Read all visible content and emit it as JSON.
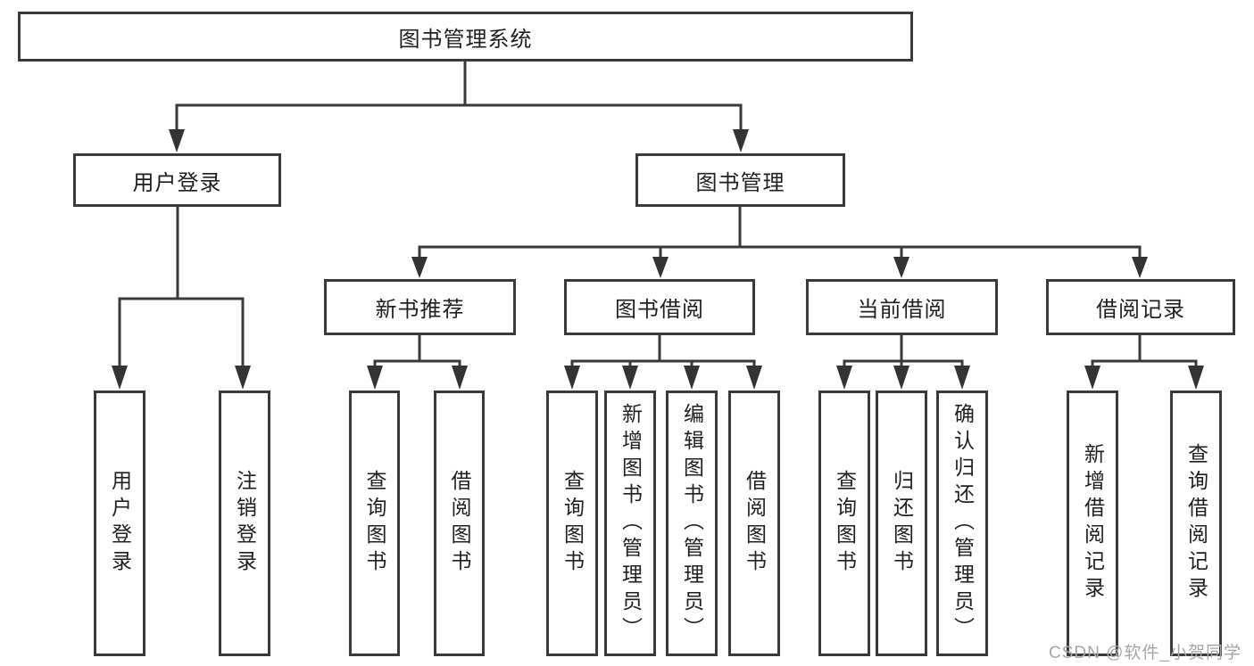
{
  "diagram": {
    "root": {
      "label": "图书管理系统"
    },
    "branches": [
      {
        "label": "用户登录",
        "children": [
          {
            "label": "用户登录"
          },
          {
            "label": "注销登录"
          }
        ]
      },
      {
        "label": "图书管理",
        "children": [
          {
            "label": "新书推荐",
            "children": [
              {
                "label": "查询图书"
              },
              {
                "label": "借阅图书"
              }
            ]
          },
          {
            "label": "图书借阅",
            "children": [
              {
                "label": "查询图书"
              },
              {
                "label": "新增图书（管理员）"
              },
              {
                "label": "编辑图书（管理员）"
              },
              {
                "label": "借阅图书"
              }
            ]
          },
          {
            "label": "当前借阅",
            "children": [
              {
                "label": "查询图书"
              },
              {
                "label": "归还图书"
              },
              {
                "label": "确认归还（管理员）"
              }
            ]
          },
          {
            "label": "借阅记录",
            "children": [
              {
                "label": "新增借阅记录"
              },
              {
                "label": "查询借阅记录"
              }
            ]
          }
        ]
      }
    ]
  },
  "watermark": {
    "text": "CSDN @软件_小贺同学"
  },
  "colors": {
    "line": "#3a3a3a",
    "arrow": "#333333",
    "box_border": "#3a3a3a",
    "text": "#1f1f1f",
    "background": "#ffffff",
    "watermark": "#a6a6a6"
  }
}
